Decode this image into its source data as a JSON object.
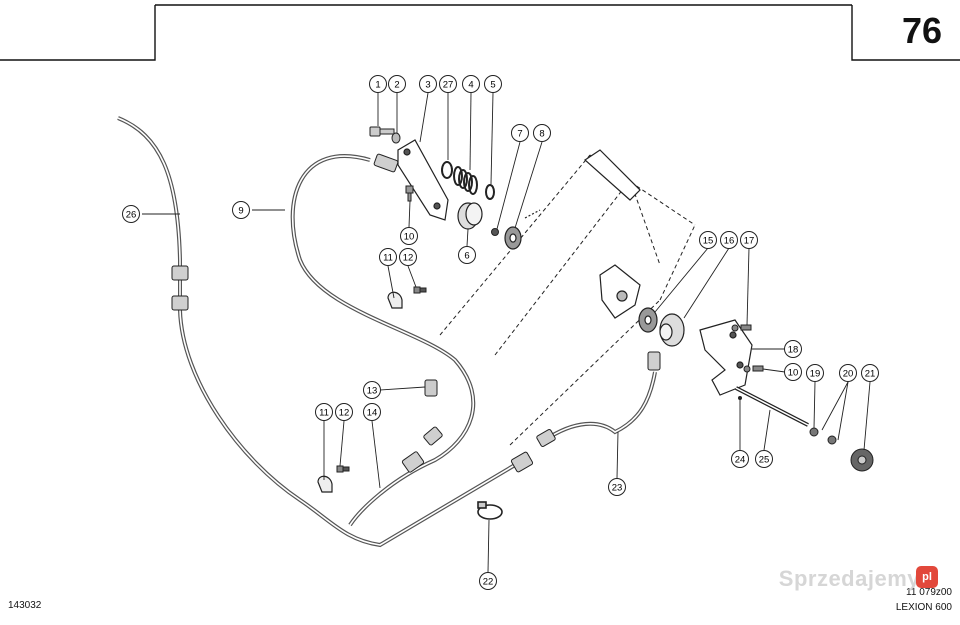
{
  "page": {
    "number": "76",
    "drawing_code": "143032",
    "ref_code": "11 079z00",
    "model": "LEXION 600"
  },
  "watermark": {
    "text": "Sprzedajemy",
    "badge": "pl"
  },
  "callouts": [
    {
      "id": "c1",
      "label": "1"
    },
    {
      "id": "c2",
      "label": "2"
    },
    {
      "id": "c3",
      "label": "3"
    },
    {
      "id": "c27",
      "label": "27"
    },
    {
      "id": "c4",
      "label": "4"
    },
    {
      "id": "c5",
      "label": "5"
    },
    {
      "id": "c7",
      "label": "7"
    },
    {
      "id": "c8",
      "label": "8"
    },
    {
      "id": "c9",
      "label": "9"
    },
    {
      "id": "c10a",
      "label": "10"
    },
    {
      "id": "c6",
      "label": "6"
    },
    {
      "id": "c11a",
      "label": "11"
    },
    {
      "id": "c12a",
      "label": "12"
    },
    {
      "id": "c26",
      "label": "26"
    },
    {
      "id": "c13",
      "label": "13"
    },
    {
      "id": "c11b",
      "label": "11"
    },
    {
      "id": "c12b",
      "label": "12"
    },
    {
      "id": "c14",
      "label": "14"
    },
    {
      "id": "c15",
      "label": "15"
    },
    {
      "id": "c16",
      "label": "16"
    },
    {
      "id": "c17",
      "label": "17"
    },
    {
      "id": "c18",
      "label": "18"
    },
    {
      "id": "c10b",
      "label": "10"
    },
    {
      "id": "c19",
      "label": "19"
    },
    {
      "id": "c20",
      "label": "20"
    },
    {
      "id": "c21",
      "label": "21"
    },
    {
      "id": "c24",
      "label": "24"
    },
    {
      "id": "c25",
      "label": "25"
    },
    {
      "id": "c23",
      "label": "23"
    },
    {
      "id": "c22",
      "label": "22"
    }
  ],
  "colors": {
    "line": "#222222",
    "cable": "#555555",
    "part_fill": "#d9d9d9"
  }
}
